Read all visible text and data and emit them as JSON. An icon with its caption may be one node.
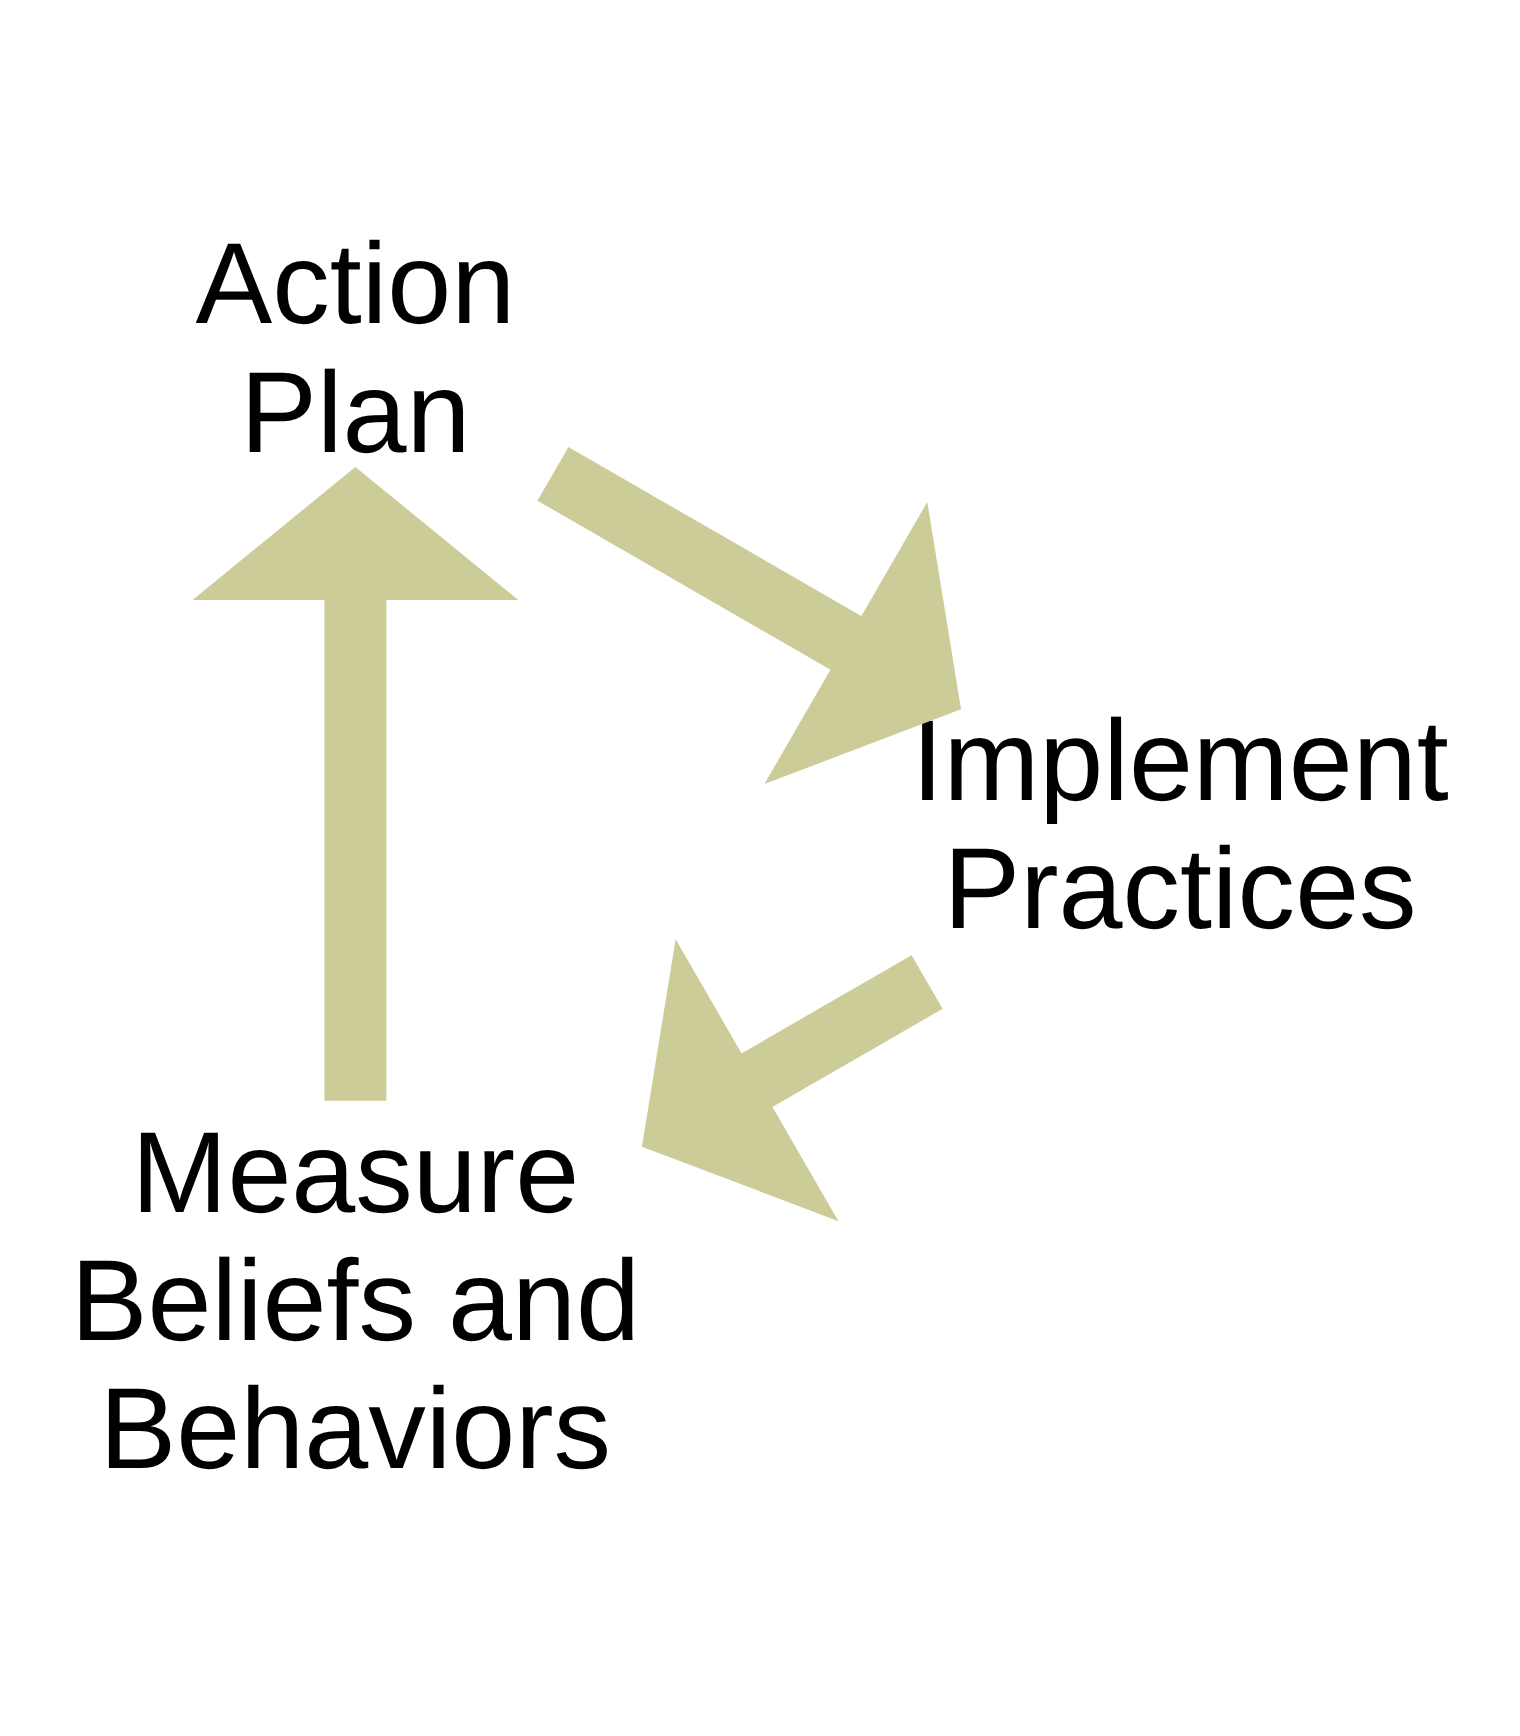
{
  "diagram": {
    "nodes": [
      {
        "text": [
          "Measure Beliefs and Behaviors"
        ]
      },
      {
        "text": [
          "Action Plan"
        ]
      },
      {
        "text": [
          "Implement Practices"
        ]
      }
    ],
    "edges": [
      {
        "from": 0,
        "to": 1,
        "arrow": "to"
      },
      {
        "from": 1,
        "to": 2,
        "arrow": "to"
      },
      {
        "from": 2,
        "to": 0,
        "arrow": "to"
      }
    ]
  }
}
